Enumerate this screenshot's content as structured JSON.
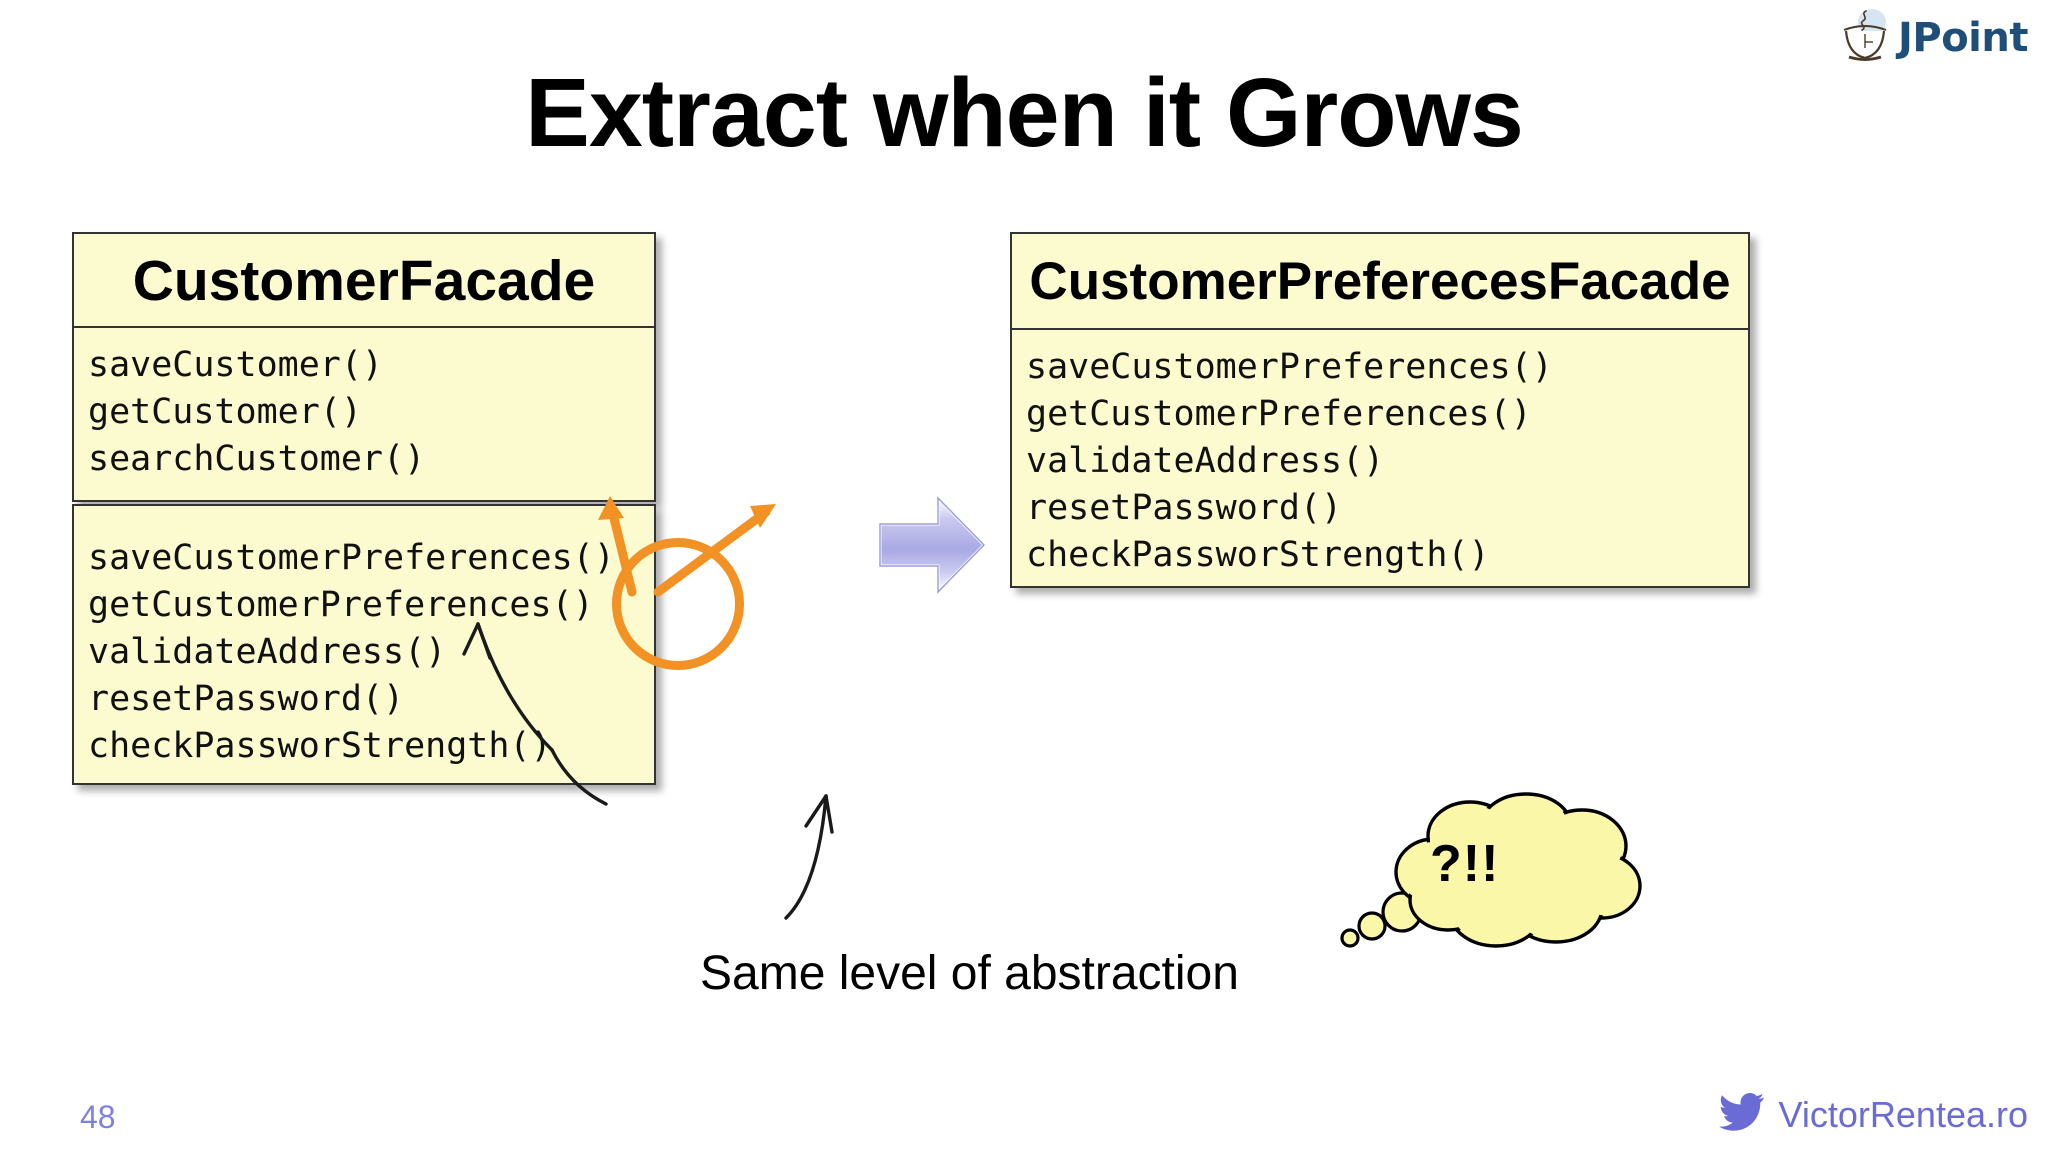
{
  "header": {
    "logo_text": "JPoint",
    "logo_icon": "coffee-cup-icon",
    "logo_color": "#1f4e79"
  },
  "title": "Extract when it Grows",
  "diagram": {
    "left_class": {
      "name": "CustomerFacade",
      "primary_methods": [
        "saveCustomer()",
        "getCustomer()",
        "searchCustomer()"
      ],
      "secondary_methods": [
        "saveCustomerPreferences()",
        "getCustomerPreferences()",
        "validateAddress()",
        "resetPassword()",
        "checkPassworStrength()"
      ]
    },
    "right_class": {
      "name": "CustomerPreferecesFacade",
      "methods": [
        "saveCustomerPreferences()",
        "getCustomerPreferences()",
        "validateAddress()",
        "resetPassword()",
        "checkPassworStrength()"
      ]
    },
    "transition_arrow_icon": "right-arrow-icon",
    "highlight_circle_icon": "orange-circle-highlight-icon",
    "highlight_color": "#f29225",
    "box_fill_color": "#fbfbcf",
    "transition_arrow_color": "#aeaee8"
  },
  "annotations": {
    "caption": "Same level of abstraction",
    "thought_bubble_text": "?!!",
    "thought_bubble_color": "#faf7a8"
  },
  "footer": {
    "page_number": "48",
    "site": "VictorRentea.ro",
    "social_icon": "twitter-bird-icon",
    "accent_color": "#6b6bd6"
  }
}
